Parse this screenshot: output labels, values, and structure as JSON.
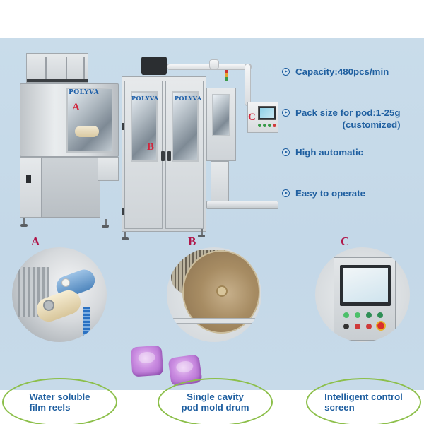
{
  "features": [
    {
      "icon": "circle-arrow-right-icon",
      "text": "Capacity:480pcs/min"
    },
    {
      "icon": "circle-arrow-right-icon",
      "text": "Pack size for pod:1-25g",
      "sub": "(customized)"
    },
    {
      "icon": "circle-arrow-right-icon",
      "text": "High automatic"
    },
    {
      "icon": "circle-arrow-right-icon",
      "text": "Easy to operate"
    }
  ],
  "machine": {
    "brand_logo": "POLYVA",
    "markers": {
      "a": "A",
      "b": "B",
      "c": "C"
    }
  },
  "details": [
    {
      "letter": "A",
      "caption_line1": "Water soluble",
      "caption_line2": "film reels"
    },
    {
      "letter": "B",
      "caption_line1": "Single cavity",
      "caption_line2": "pod mold drum"
    },
    {
      "letter": "C",
      "caption_line1": "Intelligent control",
      "caption_line2": "screen"
    }
  ],
  "colors": {
    "text_blue": "#1f5fa0",
    "marker_red": "#b0164a",
    "oval_green": "#8cbf4a",
    "background": "#c6d9e9"
  }
}
